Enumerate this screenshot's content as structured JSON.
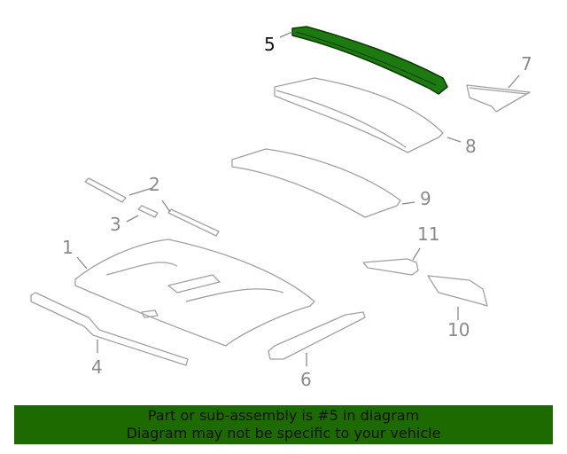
{
  "diagram": {
    "title": "Roof panel & components exploded diagram",
    "highlight_color": "#1c6a00",
    "line_color": "#9a9a9a",
    "highlighted_part": "5",
    "callouts": [
      {
        "id": "1",
        "label": "1"
      },
      {
        "id": "2",
        "label": "2"
      },
      {
        "id": "3",
        "label": "3"
      },
      {
        "id": "4",
        "label": "4"
      },
      {
        "id": "5",
        "label": "5"
      },
      {
        "id": "6",
        "label": "6"
      },
      {
        "id": "7",
        "label": "7"
      },
      {
        "id": "8",
        "label": "8"
      },
      {
        "id": "9",
        "label": "9"
      },
      {
        "id": "10",
        "label": "10"
      },
      {
        "id": "11",
        "label": "11"
      }
    ]
  },
  "banner": {
    "line1": "Part or sub-assembly is #5 in diagram",
    "line2": "Diagram may not be specific to your vehicle",
    "background": "#1c6a00"
  }
}
